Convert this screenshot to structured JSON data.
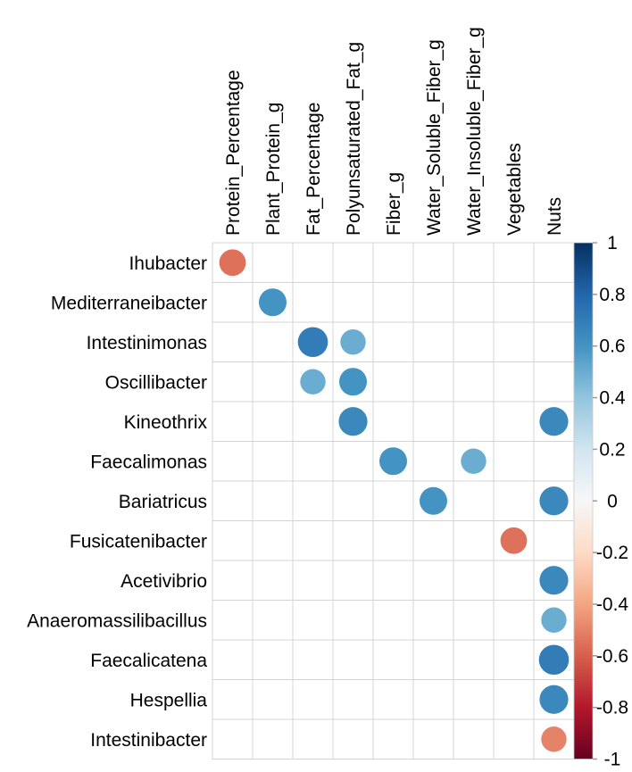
{
  "figure": {
    "background": "#ffffff"
  },
  "chart_data": {
    "type": "heatmap",
    "subtype": "correlation-dot-matrix",
    "title": "",
    "rows": [
      "Ihubacter",
      "Mediterraneibacter",
      "Intestinimonas",
      "Oscillibacter",
      "Kineothrix",
      "Faecalimonas",
      "Bariatricus",
      "Fusicatenibacter",
      "Acetivibrio",
      "Anaeromassilibacillus",
      "Faecalicatena",
      "Hespellia",
      "Intestinibacter"
    ],
    "columns": [
      "Protein_Percentage",
      "Plant_Protein_g",
      "Fat_Percentage",
      "Polyunsaturated_Fat_g",
      "Fiber_g",
      "Water_Soluble_Fiber_g",
      "Water_Insoluble_Fiber_g",
      "Vegetables",
      "Nuts"
    ],
    "points": [
      {
        "row": "Ihubacter",
        "col": "Protein_Percentage",
        "value": -0.55
      },
      {
        "row": "Mediterraneibacter",
        "col": "Plant_Protein_g",
        "value": 0.6
      },
      {
        "row": "Intestinimonas",
        "col": "Fat_Percentage",
        "value": 0.7
      },
      {
        "row": "Intestinimonas",
        "col": "Polyunsaturated_Fat_g",
        "value": 0.5
      },
      {
        "row": "Oscillibacter",
        "col": "Fat_Percentage",
        "value": 0.5
      },
      {
        "row": "Oscillibacter",
        "col": "Polyunsaturated_Fat_g",
        "value": 0.6
      },
      {
        "row": "Kineothrix",
        "col": "Polyunsaturated_Fat_g",
        "value": 0.65
      },
      {
        "row": "Kineothrix",
        "col": "Nuts",
        "value": 0.65
      },
      {
        "row": "Faecalimonas",
        "col": "Fiber_g",
        "value": 0.6
      },
      {
        "row": "Faecalimonas",
        "col": "Water_Insoluble_Fiber_g",
        "value": 0.5
      },
      {
        "row": "Bariatricus",
        "col": "Water_Soluble_Fiber_g",
        "value": 0.6
      },
      {
        "row": "Bariatricus",
        "col": "Nuts",
        "value": 0.65
      },
      {
        "row": "Fusicatenibacter",
        "col": "Vegetables",
        "value": -0.55
      },
      {
        "row": "Acetivibrio",
        "col": "Nuts",
        "value": 0.65
      },
      {
        "row": "Anaeromassilibacillus",
        "col": "Nuts",
        "value": 0.5
      },
      {
        "row": "Faecalicatena",
        "col": "Nuts",
        "value": 0.7
      },
      {
        "row": "Hespellia",
        "col": "Nuts",
        "value": 0.65
      },
      {
        "row": "Intestinibacter",
        "col": "Nuts",
        "value": -0.5
      }
    ],
    "value_range": [
      -1,
      1
    ],
    "grid": true,
    "grid_color": "#d4d4d4",
    "text_color": "#000000",
    "legend_position": "right",
    "colorbar": {
      "tick_labels": [
        "1",
        "0.8",
        "0.6",
        "0.4",
        "0.2",
        "0",
        "-0.2",
        "-0.4",
        "-0.6",
        "-0.8",
        "-1"
      ],
      "tick_values": [
        1,
        0.8,
        0.6,
        0.4,
        0.2,
        0,
        -0.2,
        -0.4,
        -0.6,
        -0.8,
        -1
      ],
      "palette_name": "RdBu",
      "palette_stops": [
        "#67001F",
        "#B2182B",
        "#D6604D",
        "#F4A582",
        "#FDDBC7",
        "#F7F7F7",
        "#D1E5F0",
        "#92C5DE",
        "#4393C3",
        "#2166AC",
        "#053061"
      ],
      "border_color": "#c8c8c8",
      "tick_color": "#9a9a9a"
    }
  }
}
